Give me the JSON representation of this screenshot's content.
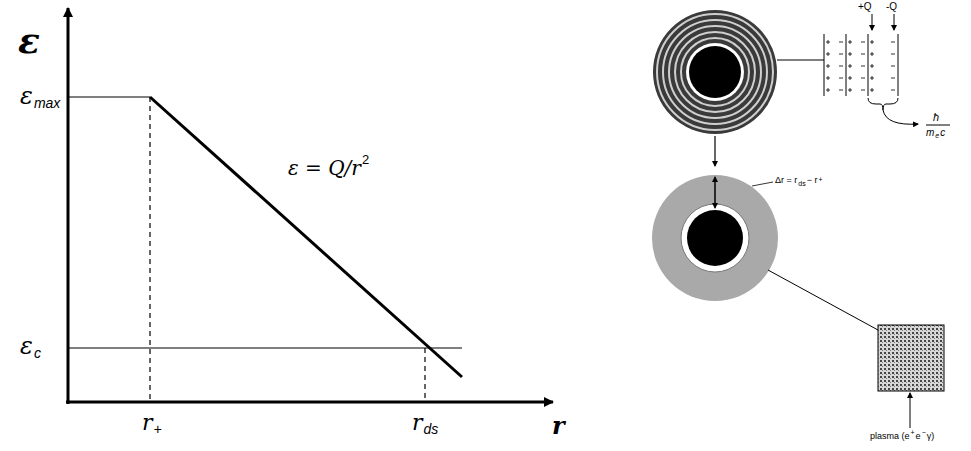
{
  "diagram": {
    "labels": [
      "ε",
      "ε",
      "max",
      "ε",
      "c",
      "ε = Q/r",
      "2",
      "r",
      "r",
      "+",
      "r",
      "ds",
      "+Q",
      "-Q",
      "ħ",
      "m",
      "e",
      "c",
      "Δr = r",
      "ds",
      "− r",
      "+",
      "plasma (e",
      "+",
      "e",
      "−",
      "γ)"
    ]
  }
}
